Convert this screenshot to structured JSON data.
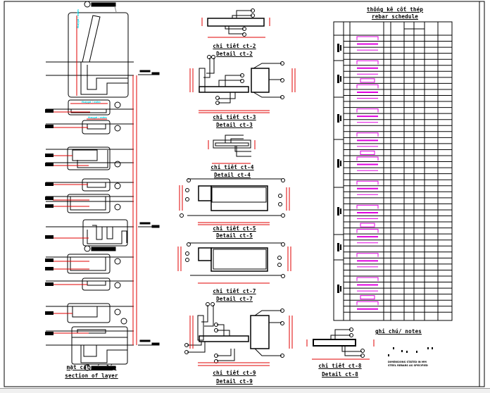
{
  "sheet": {
    "colors": {
      "line": "#000000",
      "dimension": "#e00000",
      "rebar_schedule": "#e000e0",
      "annotation_cyan": "#00d8e8",
      "leader_gray": "#888888"
    }
  },
  "section_of_layer": {
    "title_vi": "mặt cắt các lớp",
    "title_en": "section of layer",
    "cyan_labels": [
      "fkaygd / mẻm",
      "fkaygd / mẻm",
      "fkaygd / mẻm"
    ]
  },
  "details": [
    {
      "id": "ct-2",
      "title_vi": "chi tiết ct-2",
      "title_en": "Detail ct-2"
    },
    {
      "id": "ct-3",
      "title_vi": "chi tiết ct-3",
      "title_en": "Detail ct-3"
    },
    {
      "id": "ct-4",
      "title_vi": "chi tiết ct-4",
      "title_en": "Detail ct-4"
    },
    {
      "id": "ct-5",
      "title_vi": "chi tiết ct-5",
      "title_en": "Detail ct-5"
    },
    {
      "id": "ct-7",
      "title_vi": "chi tiết ct-7",
      "title_en": "Detail ct-7"
    },
    {
      "id": "ct-9",
      "title_vi": "chi tiết ct-9",
      "title_en": "Detail ct-9"
    },
    {
      "id": "ct-8",
      "title_vi": "chi tiết ct-8",
      "title_en": "Detail ct-8"
    }
  ],
  "rebar_schedule": {
    "title_vi": "thống kê cốt thép",
    "title_en": "rebar schedule",
    "groups": [
      "ct-2",
      "ct-3",
      "ct-4",
      "ct-5",
      "ct-7",
      "ct-9",
      "ct-8"
    ]
  },
  "notes": {
    "title": "ghi chú/ notes",
    "line1": "DIMENSIONS STATED IN MM",
    "line2": "STEEL REBARS AS SPECIFIED"
  }
}
